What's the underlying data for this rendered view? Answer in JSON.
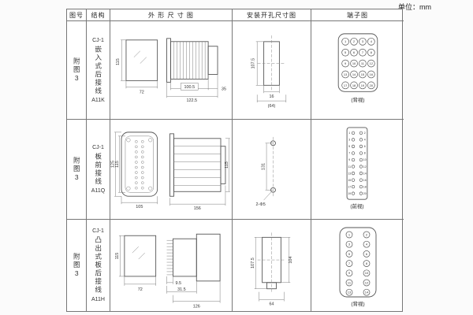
{
  "unit_label": "单位：mm",
  "headers": {
    "fig": "图号",
    "structure": "结构",
    "outline": "外 形 尺 寸 图",
    "install": "安装开孔尺寸图",
    "terminal": "端子图"
  },
  "rows": [
    {
      "fig_no": "附图3",
      "model": "CJ-1",
      "type": "嵌入式后接线",
      "code": "A11K",
      "outline_dims": {
        "height": "115",
        "width": "72",
        "d1": "100.5",
        "d2": "122.5",
        "d3": "35"
      },
      "install_dims": {
        "v": "107.5",
        "w": "16",
        "w2": "(64)"
      },
      "terminal": {
        "label": "(背视)",
        "rows": 5,
        "cols": 4,
        "numbers": [
          "1",
          "2",
          "3",
          "4",
          "5",
          "6",
          "7",
          "8",
          "9",
          "10",
          "11",
          "12",
          "13",
          "14",
          "15",
          "16",
          "17",
          "18",
          "19",
          "20"
        ]
      }
    },
    {
      "fig_no": "附图3",
      "model": "CJ-1",
      "type": "板前接线",
      "code": "A11Q",
      "outline_dims": {
        "height": "115",
        "height2": "125",
        "width": "105",
        "depth": "156",
        "side_height": "115"
      },
      "install_dims": {
        "v": "131",
        "hole": "2-Φ5"
      },
      "terminal": {
        "label": "(前视)",
        "rows": 10,
        "cols": 2,
        "numbers": [
          "1",
          "2",
          "3",
          "4",
          "5",
          "6",
          "7",
          "8",
          "9",
          "10",
          "11",
          "12",
          "13",
          "14",
          "15",
          "16",
          "17",
          "18",
          "19",
          "20"
        ]
      }
    },
    {
      "fig_no": "附图3",
      "model": "CJ-1",
      "type": "凸出式板后接线",
      "code": "A11H",
      "outline_dims": {
        "height": "115",
        "width": "72",
        "pin": "9.5",
        "rear": "31.5",
        "depth": "126"
      },
      "install_dims": {
        "v": "107.5",
        "v2": "104",
        "w": "64"
      },
      "terminal": {
        "label": "(背视)",
        "rows": 7,
        "cols": 2,
        "numbers": [
          "1",
          "2",
          "3",
          "4",
          "5",
          "6",
          "7",
          "8",
          "9",
          "10",
          "11",
          "12",
          "13",
          "14"
        ]
      }
    }
  ]
}
